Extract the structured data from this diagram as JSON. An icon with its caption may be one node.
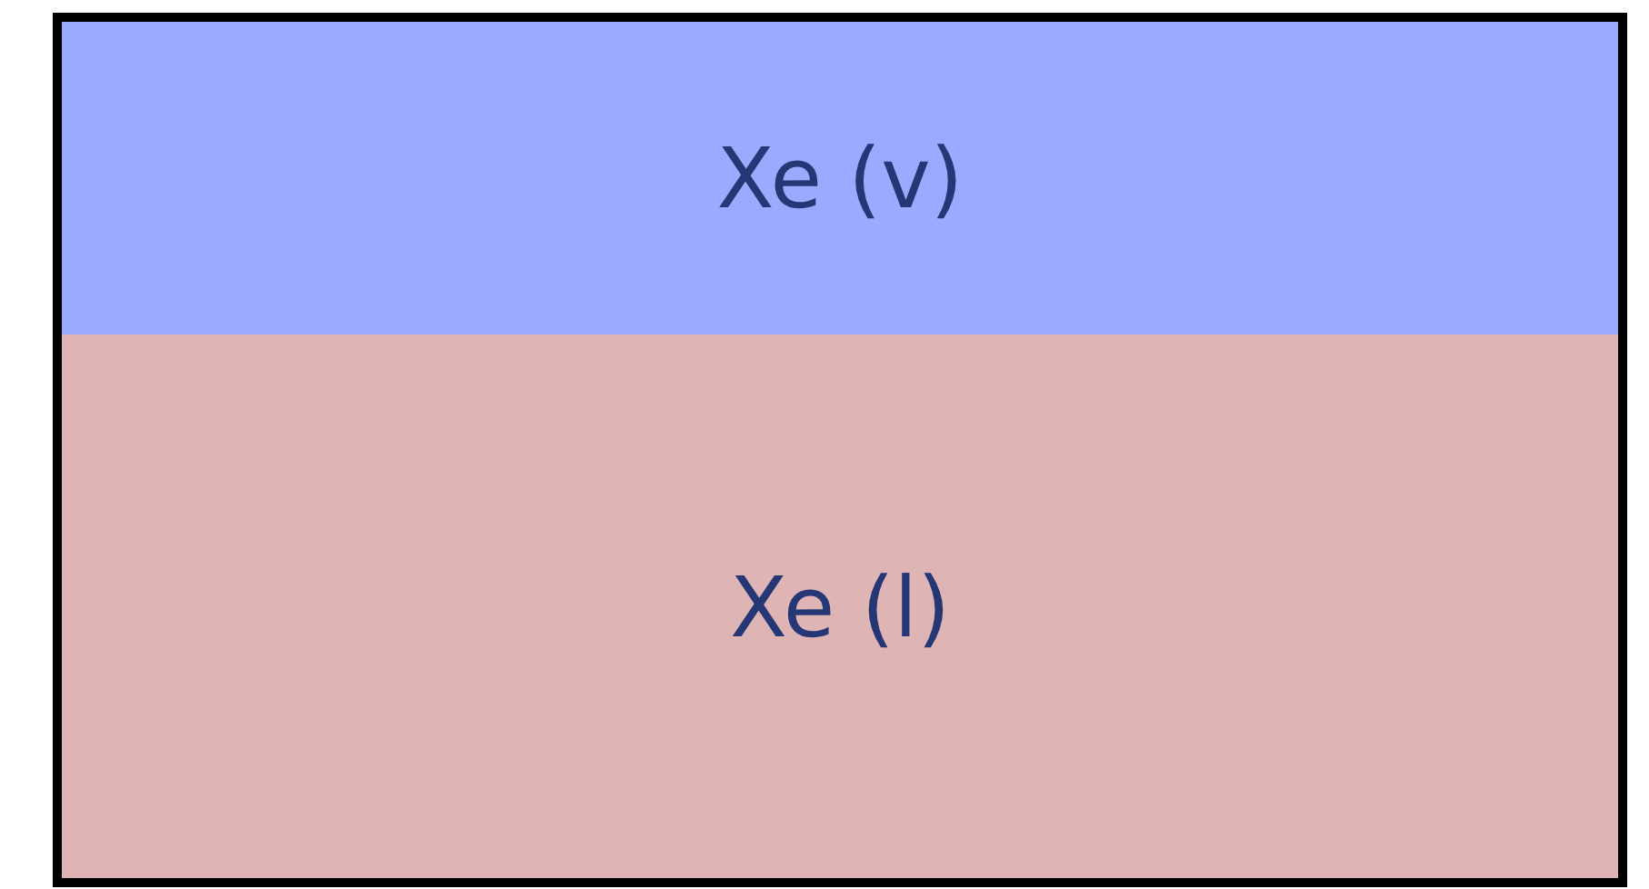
{
  "diagram": {
    "nodes": [
      {
        "text": [],
        "shape": "box"
      },
      {
        "text": [
          "Xe (v)"
        ],
        "in": 0
      },
      {
        "text": [
          "Xe (l)"
        ],
        "in": 0
      }
    ]
  }
}
